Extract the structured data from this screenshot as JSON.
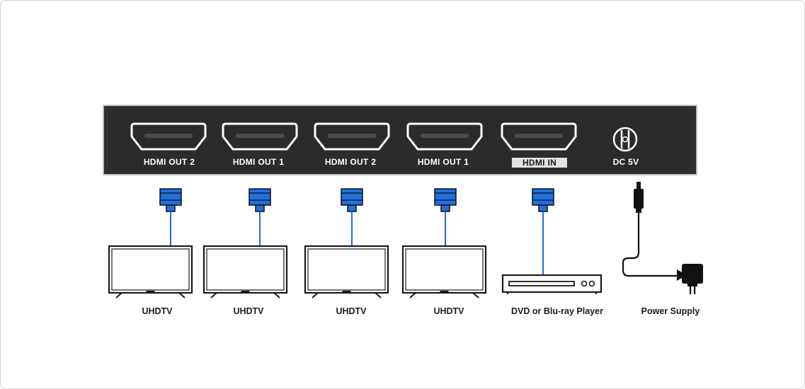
{
  "colors": {
    "panel": "#2b2b2b",
    "panel_border": "#bfbfbf",
    "cable": "#1f6fe0",
    "line": "#1a1a1a",
    "in_label_bg": "#e3e3e3"
  },
  "ports": [
    {
      "label": "HDMI OUT 2",
      "type": "hdmi",
      "icon": "hdmi-port-icon"
    },
    {
      "label": "HDMI OUT 1",
      "type": "hdmi",
      "icon": "hdmi-port-icon"
    },
    {
      "label": "HDMI OUT 2",
      "type": "hdmi",
      "icon": "hdmi-port-icon"
    },
    {
      "label": "HDMI OUT 1",
      "type": "hdmi",
      "icon": "hdmi-port-icon"
    },
    {
      "label": "HDMI IN",
      "type": "hdmi-in",
      "icon": "hdmi-port-icon"
    },
    {
      "label": "DC 5V",
      "type": "dc",
      "icon": "dc-jack-icon"
    }
  ],
  "devices": [
    {
      "label": "UHDTV",
      "icon": "tv-icon"
    },
    {
      "label": "UHDTV",
      "icon": "tv-icon"
    },
    {
      "label": "UHDTV",
      "icon": "tv-icon"
    },
    {
      "label": "UHDTV",
      "icon": "tv-icon"
    },
    {
      "label": "DVD or Blu-ray Player",
      "icon": "dvd-player-icon"
    },
    {
      "label": "Power Supply",
      "icon": "power-adapter-icon"
    }
  ]
}
